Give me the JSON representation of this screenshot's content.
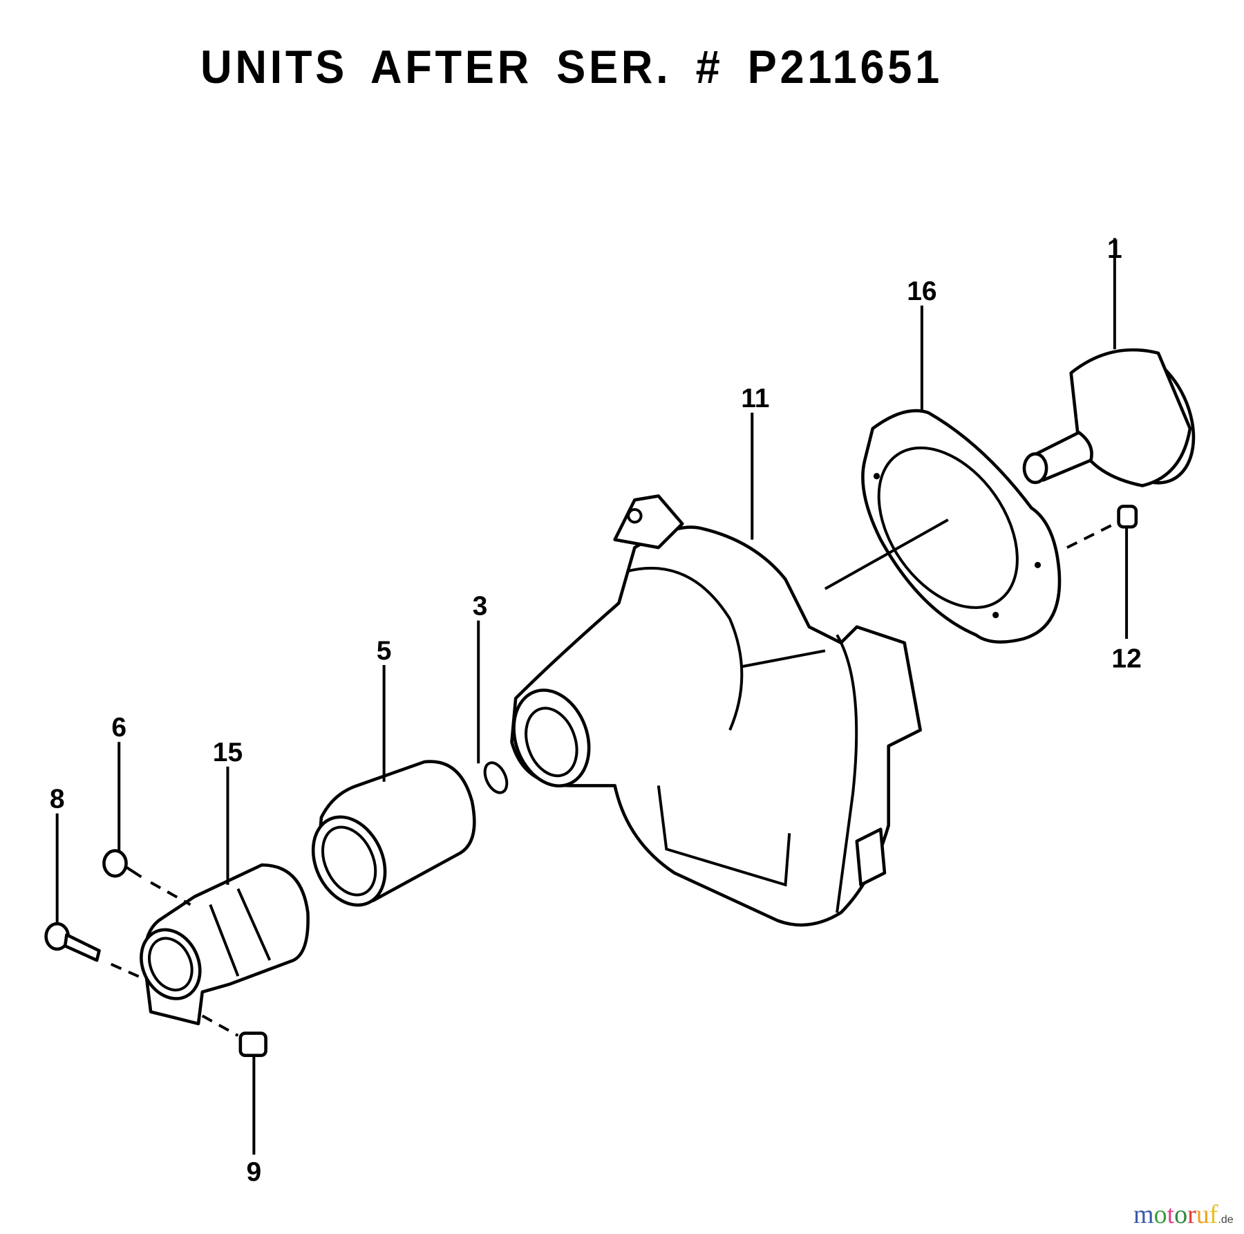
{
  "title": "UNITS AFTER SER. # P211651",
  "callouts": {
    "c1": "1",
    "c16": "16",
    "c11": "11",
    "c3": "3",
    "c5": "5",
    "c12": "12",
    "c6": "6",
    "c15": "15",
    "c8": "8",
    "c9": "9"
  },
  "watermark": {
    "text": "motoruf",
    "suffix": ".de",
    "colors": [
      "#3a5aa8",
      "#3c9a3c",
      "#e0408a",
      "#2c8a3c",
      "#e03a3a",
      "#f0a020",
      "#e8c020"
    ]
  }
}
